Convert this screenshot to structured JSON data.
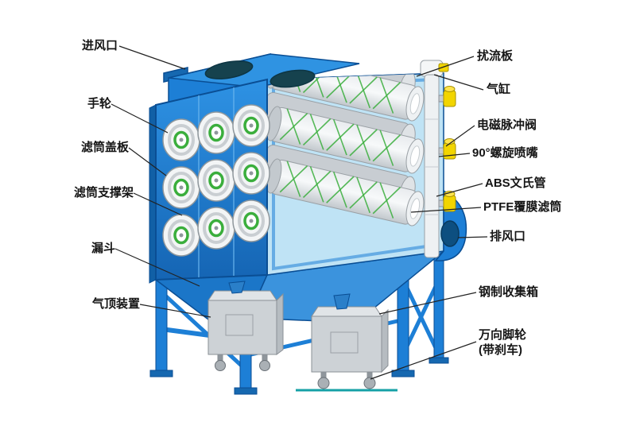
{
  "figure": {
    "labels_left": [
      {
        "id": "air-inlet",
        "text": "进风口"
      },
      {
        "id": "handwheel",
        "text": "手轮"
      },
      {
        "id": "cartridge-cover-plate",
        "text": "滤筒盖板"
      },
      {
        "id": "cartridge-support-frame",
        "text": "滤筒支撑架"
      },
      {
        "id": "hopper",
        "text": "漏斗"
      },
      {
        "id": "air-top-device",
        "text": "气顶装置"
      }
    ],
    "labels_right": [
      {
        "id": "baffle-plate",
        "text": "扰流板"
      },
      {
        "id": "air-cylinder",
        "text": "气缸"
      },
      {
        "id": "solenoid-pulse-valve",
        "text": "电磁脉冲阀"
      },
      {
        "id": "spiral-nozzle-90",
        "text": "90°螺旋喷嘴"
      },
      {
        "id": "abs-venturi-tube",
        "text": "ABS文氏管"
      },
      {
        "id": "ptfe-coated-filter-cartridge",
        "text": "PTFE覆膜滤筒"
      },
      {
        "id": "exhaust-outlet",
        "text": "排风口"
      },
      {
        "id": "steel-collection-box",
        "text": "钢制收集箱"
      },
      {
        "id": "swivel-caster",
        "text": "万向脚轮",
        "text2": "(带刹车)"
      }
    ],
    "colors": {
      "machine_blue": "#1d7fd6",
      "machine_blue_dark": "#0a4e94",
      "machine_blue_light": "#3b93dd",
      "interior_light_blue": "#bfe3f5",
      "filter_green": "#3aae3c",
      "valve_yellow": "#f2d500",
      "cartridge_gray": "#d9dee2",
      "bin_gray": "#cdd2d6",
      "opening_dark": "#16424e",
      "leader_line": "#222222",
      "label_text": "#151515",
      "background": "#ffffff"
    }
  }
}
